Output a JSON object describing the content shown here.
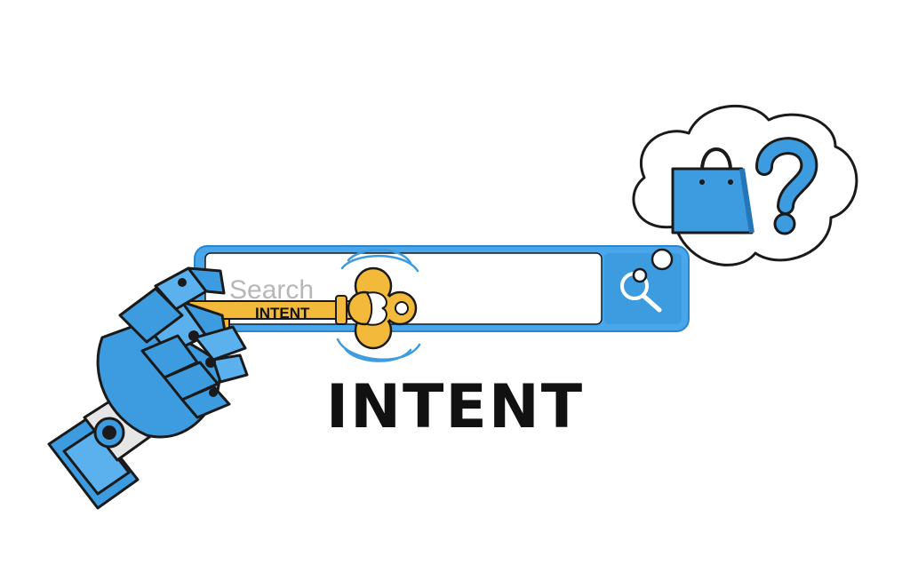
{
  "search_bar": {
    "placeholder": "Search"
  },
  "key": {
    "label": "INTENT"
  },
  "caption": {
    "text": "INTENT"
  },
  "colors": {
    "brand_blue": "#3d9be0",
    "bar_border": "#4aa6ea",
    "key_gold": "#f2b93b",
    "outline": "#1a1a1a"
  },
  "icons": {
    "search": "magnifier-icon",
    "bag": "shopping-bag-icon",
    "question": "question-mark-icon"
  }
}
